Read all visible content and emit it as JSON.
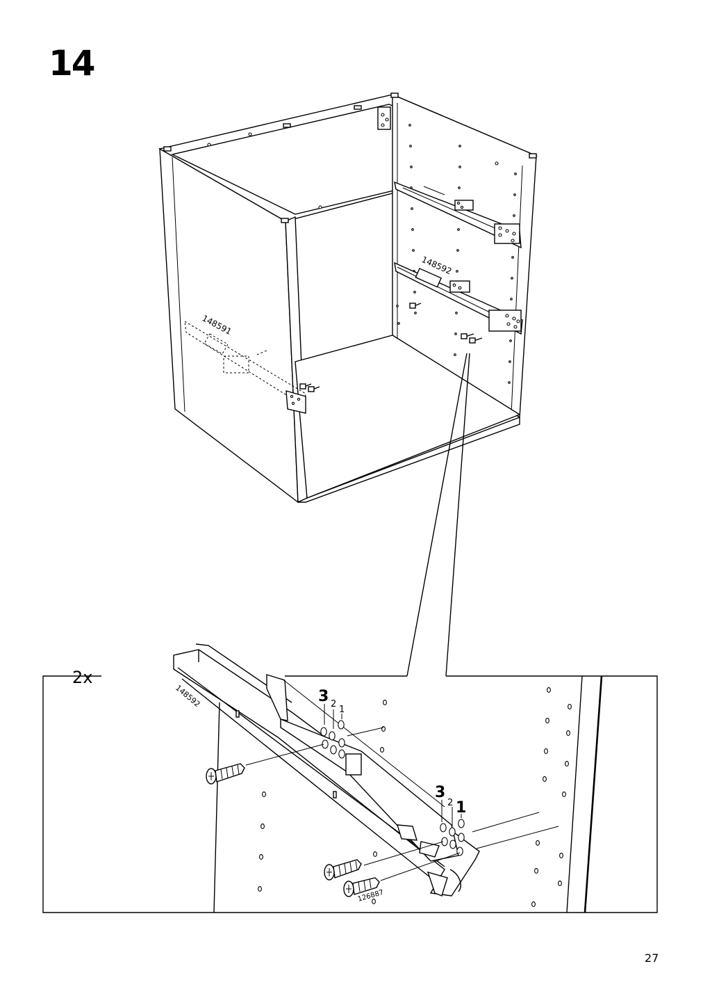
{
  "step": {
    "number": "14"
  },
  "cabinet": {
    "left_rail_part": "148591",
    "right_rail_part": "148592"
  },
  "detail": {
    "quantity": "2x",
    "rail_part": "148592",
    "screw_part": "126887",
    "hole_labels_upper": [
      "3",
      "2",
      "1"
    ],
    "hole_labels_lower": [
      "3",
      "2",
      "1"
    ]
  },
  "footer": {
    "page_number": "27"
  }
}
